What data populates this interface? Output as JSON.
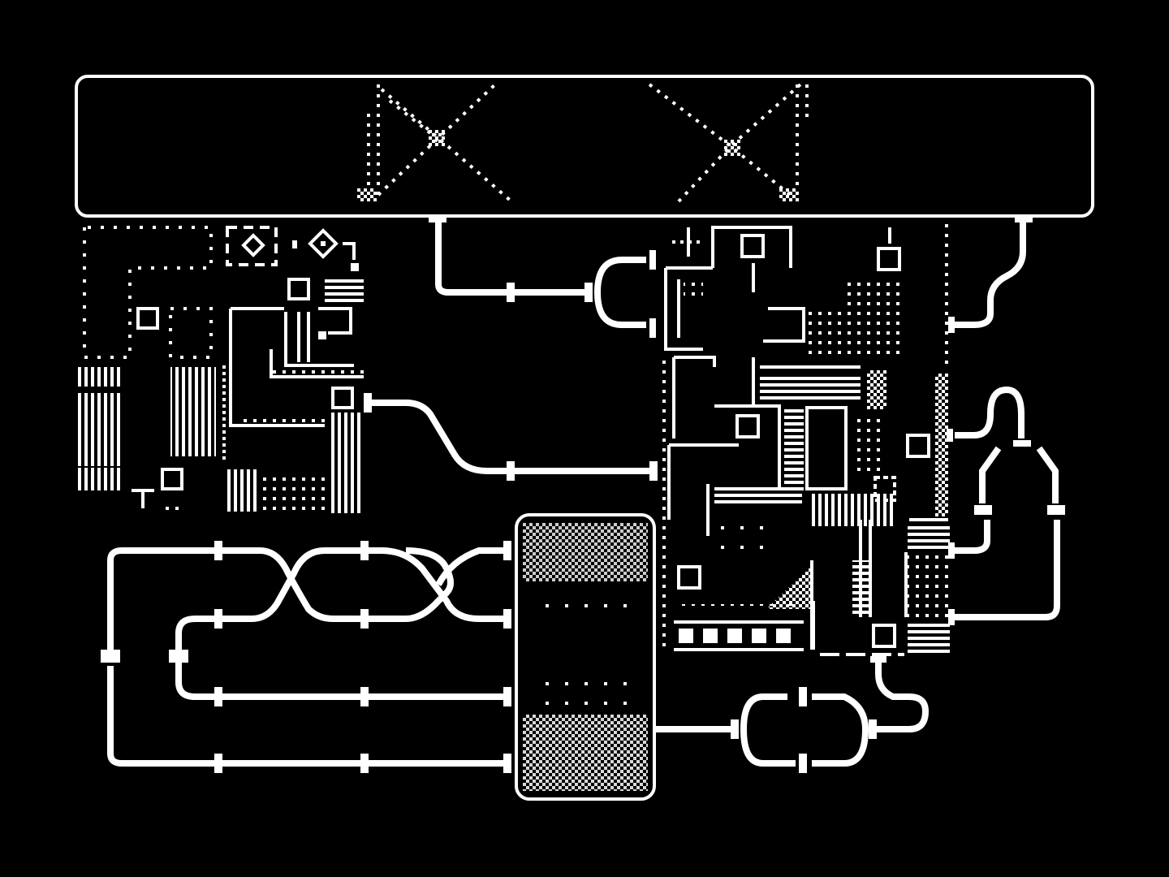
{
  "screen": {
    "background_color": "#000000",
    "ink_color": "#ffffff",
    "style": "1-bit pixel art"
  },
  "top_panel": {
    "icons": [
      "bowtie-left-icon",
      "bowtie-right-icon"
    ]
  },
  "modules": {
    "left_cluster": "circuit-block-left",
    "right_cluster": "circuit-block-right",
    "center_bin": "dotted-container"
  },
  "pipes": {
    "count_horizontal_bundles": 3,
    "connector_style": "joint-ticks"
  }
}
